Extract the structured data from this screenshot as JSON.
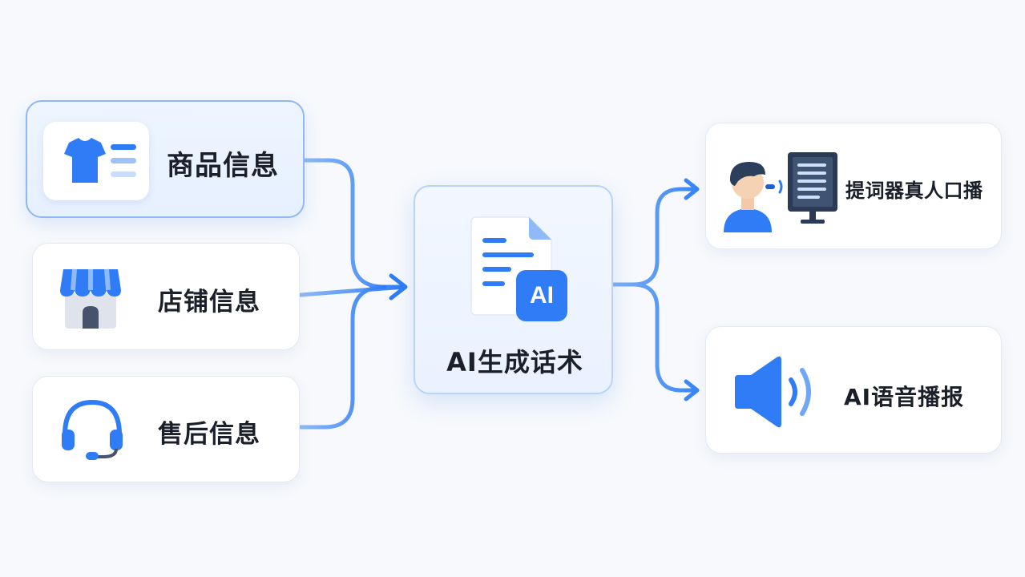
{
  "inputs": [
    {
      "label": "商品信息",
      "icon": "tshirt-icon"
    },
    {
      "label": "店铺信息",
      "icon": "storefront-icon"
    },
    {
      "label": "售后信息",
      "icon": "headset-icon"
    }
  ],
  "center": {
    "label": "AI生成话术",
    "badge": "AI",
    "icon": "ai-document-icon"
  },
  "outputs": [
    {
      "label": "提词器真人口播",
      "icon": "presenter-teleprompter-icon"
    },
    {
      "label": "AI语音播报",
      "icon": "speaker-icon"
    }
  ],
  "colors": {
    "accent": "#2f7cf6",
    "accent_dark": "#1f5fd6",
    "arrow": "#3a86f5",
    "card_border": "#e4e9f2"
  }
}
